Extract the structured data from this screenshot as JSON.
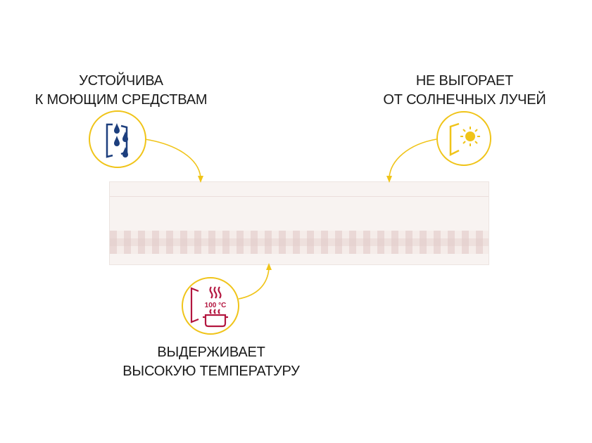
{
  "features": [
    {
      "id": "detergent",
      "lines": [
        "УСТОЙЧИВА",
        "К МОЮЩИМ СРЕДСТВАМ"
      ],
      "icon": "water-drops-icon",
      "color": "#1d3f7e"
    },
    {
      "id": "sun",
      "lines": [
        "НЕ ВЫГОРАЕТ",
        "ОТ СОЛНЕЧНЫХ ЛУЧЕЙ"
      ],
      "icon": "sun-icon",
      "color": "#f0c419"
    },
    {
      "id": "heat",
      "lines": [
        "ВЫДЕРЖИВАЕТ",
        "ВЫСОКУЮ ТЕМПЕРАТУРУ"
      ],
      "icon": "hot-pot-icon",
      "color": "#b3163f",
      "icon_text": "100 °C"
    }
  ],
  "accent_color": "#f0c419"
}
